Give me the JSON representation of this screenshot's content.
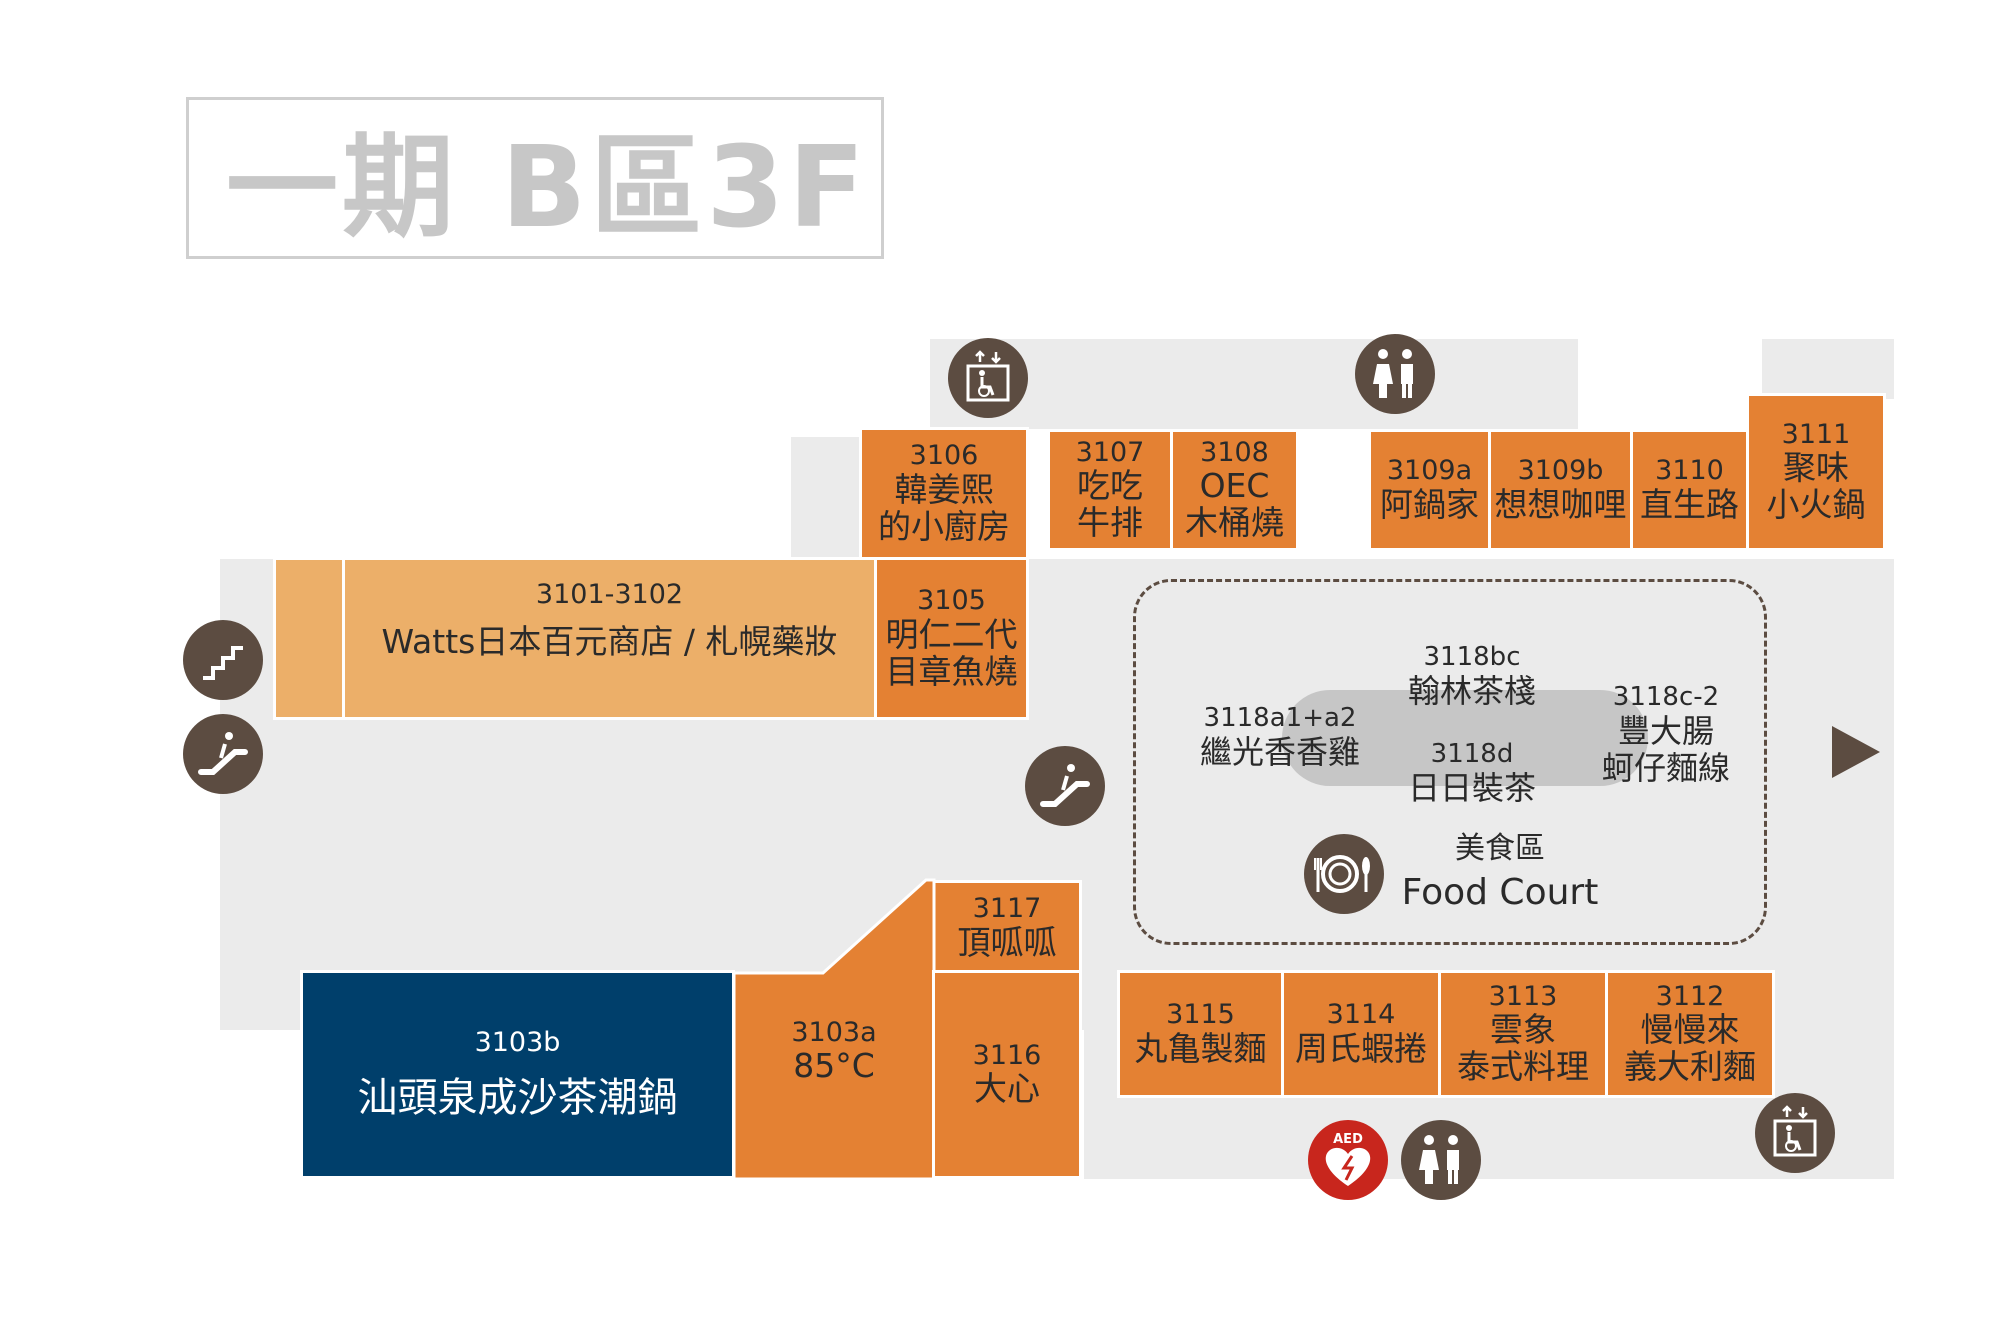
{
  "title": "一期 B區3F",
  "colors": {
    "shop": "#e48133",
    "shop_light": "#ecaf69",
    "shop_navy": "#003f6b",
    "floor": "#ebebeb",
    "icon": "#5c4c41",
    "aed": "#c8261d"
  },
  "shops": [
    {
      "no": "3106",
      "name_lines": [
        "韓姜熙",
        "的小廚房"
      ]
    },
    {
      "no": "3107",
      "name_lines": [
        "吃吃",
        "牛排"
      ]
    },
    {
      "no": "3108",
      "name_lines": [
        "OEC",
        "木桶燒"
      ]
    },
    {
      "no": "3109a",
      "name_lines": [
        "阿鍋家"
      ]
    },
    {
      "no": "3109b",
      "name_lines": [
        "想想咖哩"
      ]
    },
    {
      "no": "3110",
      "name_lines": [
        "直生路"
      ]
    },
    {
      "no": "3111",
      "name_lines": [
        "聚味",
        "小火鍋"
      ]
    },
    {
      "no": "3101-3102",
      "name_lines": [
        "Watts日本百元商店 / 札幌藥妝"
      ]
    },
    {
      "no": "3105",
      "name_lines": [
        "明仁二代",
        "目章魚燒"
      ]
    },
    {
      "no": "3117",
      "name_lines": [
        "頂呱呱"
      ]
    },
    {
      "no": "3103b",
      "name_lines": [
        "汕頭泉成沙茶潮鍋"
      ]
    },
    {
      "no": "3103a",
      "name_lines": [
        "85°C"
      ]
    },
    {
      "no": "3116",
      "name_lines": [
        "大心"
      ]
    },
    {
      "no": "3115",
      "name_lines": [
        "丸亀製麵"
      ]
    },
    {
      "no": "3114",
      "name_lines": [
        "周氏蝦捲"
      ]
    },
    {
      "no": "3113",
      "name_lines": [
        "雲象",
        "泰式料理"
      ]
    },
    {
      "no": "3112",
      "name_lines": [
        "慢慢來",
        "義大利麵"
      ]
    }
  ],
  "food_court": {
    "title_zh": "美食區",
    "title_en": "Food Court",
    "stalls": [
      {
        "no": "3118bc",
        "name_lines": [
          "翰林茶棧"
        ]
      },
      {
        "no": "3118a1+a2",
        "name_lines": [
          "繼光香香雞"
        ]
      },
      {
        "no": "3118d",
        "name_lines": [
          "日日裝茶"
        ]
      },
      {
        "no": "3118c-2",
        "name_lines": [
          "豐大腸",
          "蚵仔麵線"
        ]
      }
    ]
  },
  "icons": {
    "aed_label": "AED"
  }
}
